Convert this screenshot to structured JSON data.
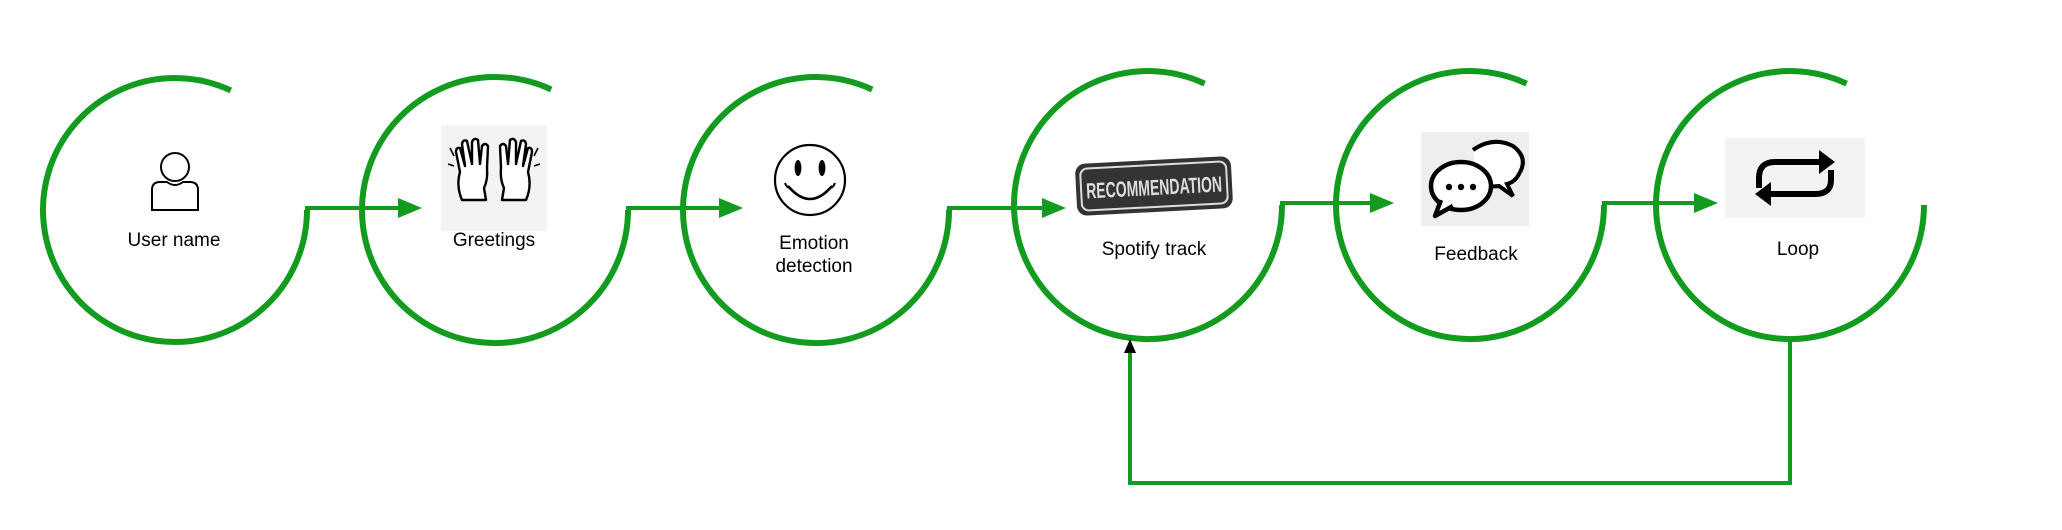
{
  "colors": {
    "ring": "#129b1f",
    "text": "#000000",
    "feedback_arrowhead": "#000000"
  },
  "nodes": [
    {
      "id": "user-name",
      "label": "User name",
      "icon": "user-icon"
    },
    {
      "id": "greetings",
      "label": "Greetings",
      "icon": "waving-hands-icon"
    },
    {
      "id": "emotion-detection",
      "label": "Emotion\ndetection",
      "icon": "smiley-face-icon"
    },
    {
      "id": "spotify-track",
      "label": "Spotify track",
      "icon": "recommendation-stamp-icon",
      "stamp_text": "RECOMMENDATION"
    },
    {
      "id": "feedback",
      "label": "Feedback",
      "icon": "speech-bubbles-icon"
    },
    {
      "id": "loop",
      "label": "Loop",
      "icon": "repeat-arrows-icon"
    }
  ],
  "edges": [
    {
      "from": "user-name",
      "to": "greetings"
    },
    {
      "from": "greetings",
      "to": "emotion-detection"
    },
    {
      "from": "emotion-detection",
      "to": "spotify-track"
    },
    {
      "from": "spotify-track",
      "to": "feedback"
    },
    {
      "from": "feedback",
      "to": "loop"
    },
    {
      "from": "loop",
      "to": "spotify-track",
      "kind": "feedback-loop"
    }
  ]
}
